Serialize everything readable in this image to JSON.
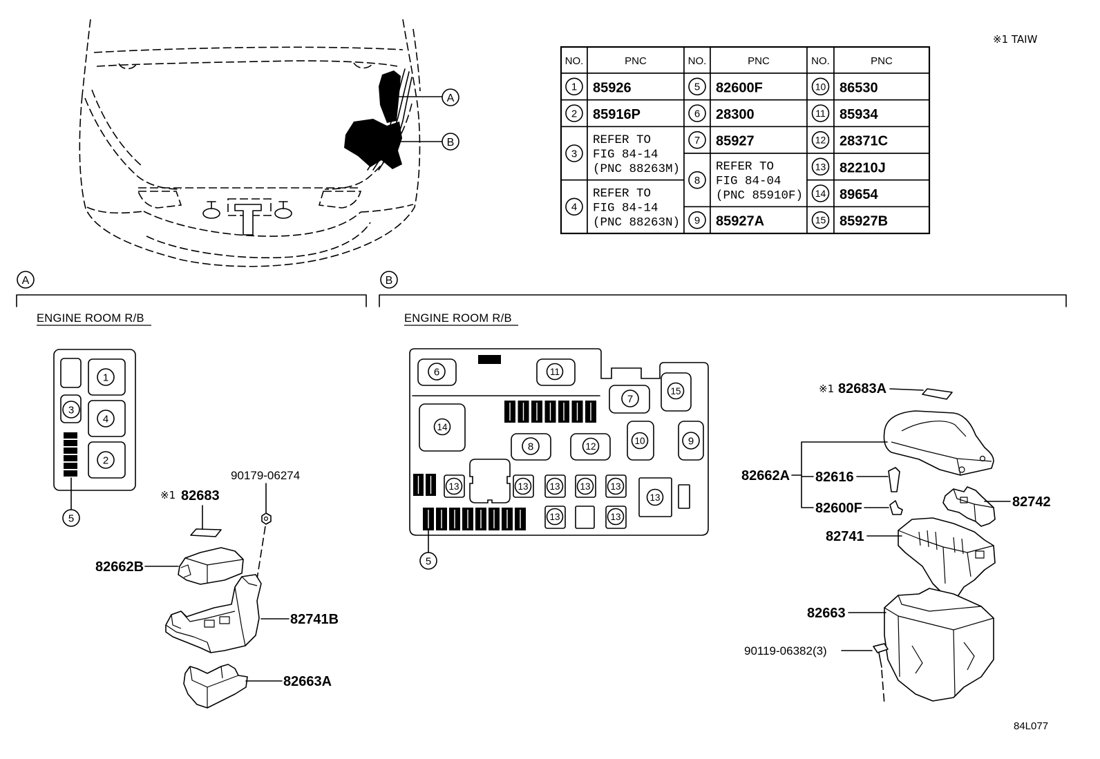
{
  "header": {
    "note": "※1 TAIW"
  },
  "overview": {
    "callout_a": "A",
    "callout_b": "B"
  },
  "pnc_table": {
    "header_no": "NO.",
    "header_pnc": "PNC",
    "groups": [
      [
        {
          "no": "1",
          "pnc": [
            "85926"
          ]
        },
        {
          "no": "2",
          "pnc": [
            "85916P"
          ]
        },
        {
          "no": "3",
          "pnc": [
            "REFER TO",
            "FIG 84-14",
            "(PNC 88263M)"
          ]
        },
        {
          "no": "4",
          "pnc": [
            "REFER TO",
            "FIG 84-14",
            "(PNC 88263N)"
          ]
        }
      ],
      [
        {
          "no": "5",
          "pnc": [
            "82600F"
          ]
        },
        {
          "no": "6",
          "pnc": [
            "28300"
          ]
        },
        {
          "no": "7",
          "pnc": [
            "85927"
          ]
        },
        {
          "no": "8",
          "pnc": [
            "REFER TO",
            "FIG 84-04",
            "(PNC 85910F)"
          ]
        },
        {
          "no": "9",
          "pnc": [
            "85927A"
          ]
        }
      ],
      [
        {
          "no": "10",
          "pnc": [
            "86530"
          ]
        },
        {
          "no": "11",
          "pnc": [
            "85934"
          ]
        },
        {
          "no": "12",
          "pnc": [
            "28371C"
          ]
        },
        {
          "no": "13",
          "pnc": [
            "82210J"
          ]
        },
        {
          "no": "14",
          "pnc": [
            "89654"
          ]
        },
        {
          "no": "15",
          "pnc": [
            "85927B"
          ]
        }
      ]
    ]
  },
  "view_a": {
    "label": "A",
    "title": "ENGINE ROOM R/B",
    "slots": {
      "s1": "1",
      "s2": "2",
      "s3": "3",
      "s4": "4",
      "s5": "5"
    },
    "parts": {
      "nut": "90179-06274",
      "label_mark": "※1",
      "label": "82683",
      "cover": "82662B",
      "block": "82741B",
      "lower_cover": "82663A"
    }
  },
  "view_b": {
    "label": "B",
    "title": "ENGINE ROOM R/B",
    "slots": {
      "s5": "5",
      "s6": "6",
      "s7": "7",
      "s8": "8",
      "s9": "9",
      "s10": "10",
      "s11": "11",
      "s12": "12",
      "s13": "13",
      "s14": "14",
      "s15": "15"
    },
    "parts": {
      "label_mark": "※1",
      "label": "82683A",
      "cover": "82662A",
      "cover_sub_1": "82616",
      "cover_sub_2": "82600F",
      "relay_holder": "82742",
      "block": "82741",
      "lower_box": "82663",
      "bolt": "90119-06382(3)"
    }
  },
  "footer": {
    "figure_code": "84L077"
  }
}
